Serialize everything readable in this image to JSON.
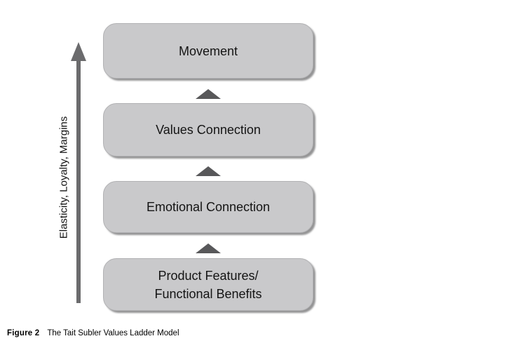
{
  "diagram": {
    "title": "Tait Subler Values Ladder",
    "axis_label": "Elasticity, Loyalty, Margins",
    "levels": [
      {
        "label": "Movement"
      },
      {
        "label": "Values Connection"
      },
      {
        "label": "Emotional Connection"
      },
      {
        "label": "Product Features/\nFunctional Benefits"
      }
    ]
  },
  "caption": {
    "label": "Figure 2",
    "text": "The Tait Subler Values Ladder Model"
  },
  "colors": {
    "background": "#ffffff",
    "box_fill": "#c9c9cb",
    "box_border": "#b2b2b4",
    "box_shadow": "#3c3c3e",
    "connector_triangle": "#58585a",
    "axis_arrow": "#6b6b6d",
    "text": "#141414"
  }
}
